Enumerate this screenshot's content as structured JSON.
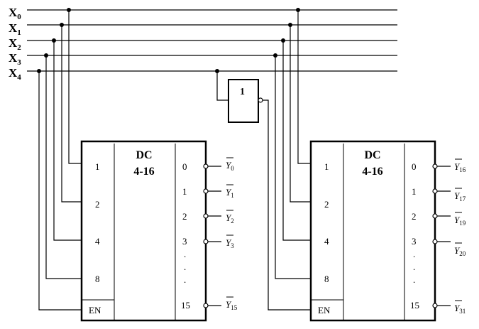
{
  "inputs": [
    {
      "letter": "X",
      "sub": "0"
    },
    {
      "letter": "X",
      "sub": "1"
    },
    {
      "letter": "X",
      "sub": "2"
    },
    {
      "letter": "X",
      "sub": "3"
    },
    {
      "letter": "X",
      "sub": "4"
    }
  ],
  "inverter": {
    "label": "1"
  },
  "decoders": [
    {
      "title_line1": "DC",
      "title_line2": "4-16",
      "address_pins": [
        "1",
        "2",
        "4",
        "8"
      ],
      "enable_label": "EN",
      "output_pins": [
        "0",
        "1",
        "2",
        "3",
        "15"
      ],
      "output_dots": [
        ".",
        ".",
        "."
      ],
      "outputs": [
        {
          "letter": "Y",
          "sub": "0"
        },
        {
          "letter": "Y",
          "sub": "1"
        },
        {
          "letter": "Y",
          "sub": "2"
        },
        {
          "letter": "Y",
          "sub": "3"
        },
        {
          "letter": "Y",
          "sub": "15"
        }
      ]
    },
    {
      "title_line1": "DC",
      "title_line2": "4-16",
      "address_pins": [
        "1",
        "2",
        "4",
        "8"
      ],
      "enable_label": "EN",
      "output_pins": [
        "0",
        "1",
        "2",
        "3",
        "15"
      ],
      "output_dots": [
        ".",
        ".",
        "."
      ],
      "outputs": [
        {
          "letter": "Y",
          "sub": "16"
        },
        {
          "letter": "Y",
          "sub": "17"
        },
        {
          "letter": "Y",
          "sub": "19"
        },
        {
          "letter": "Y",
          "sub": "20"
        },
        {
          "letter": "Y",
          "sub": "31"
        }
      ]
    }
  ]
}
